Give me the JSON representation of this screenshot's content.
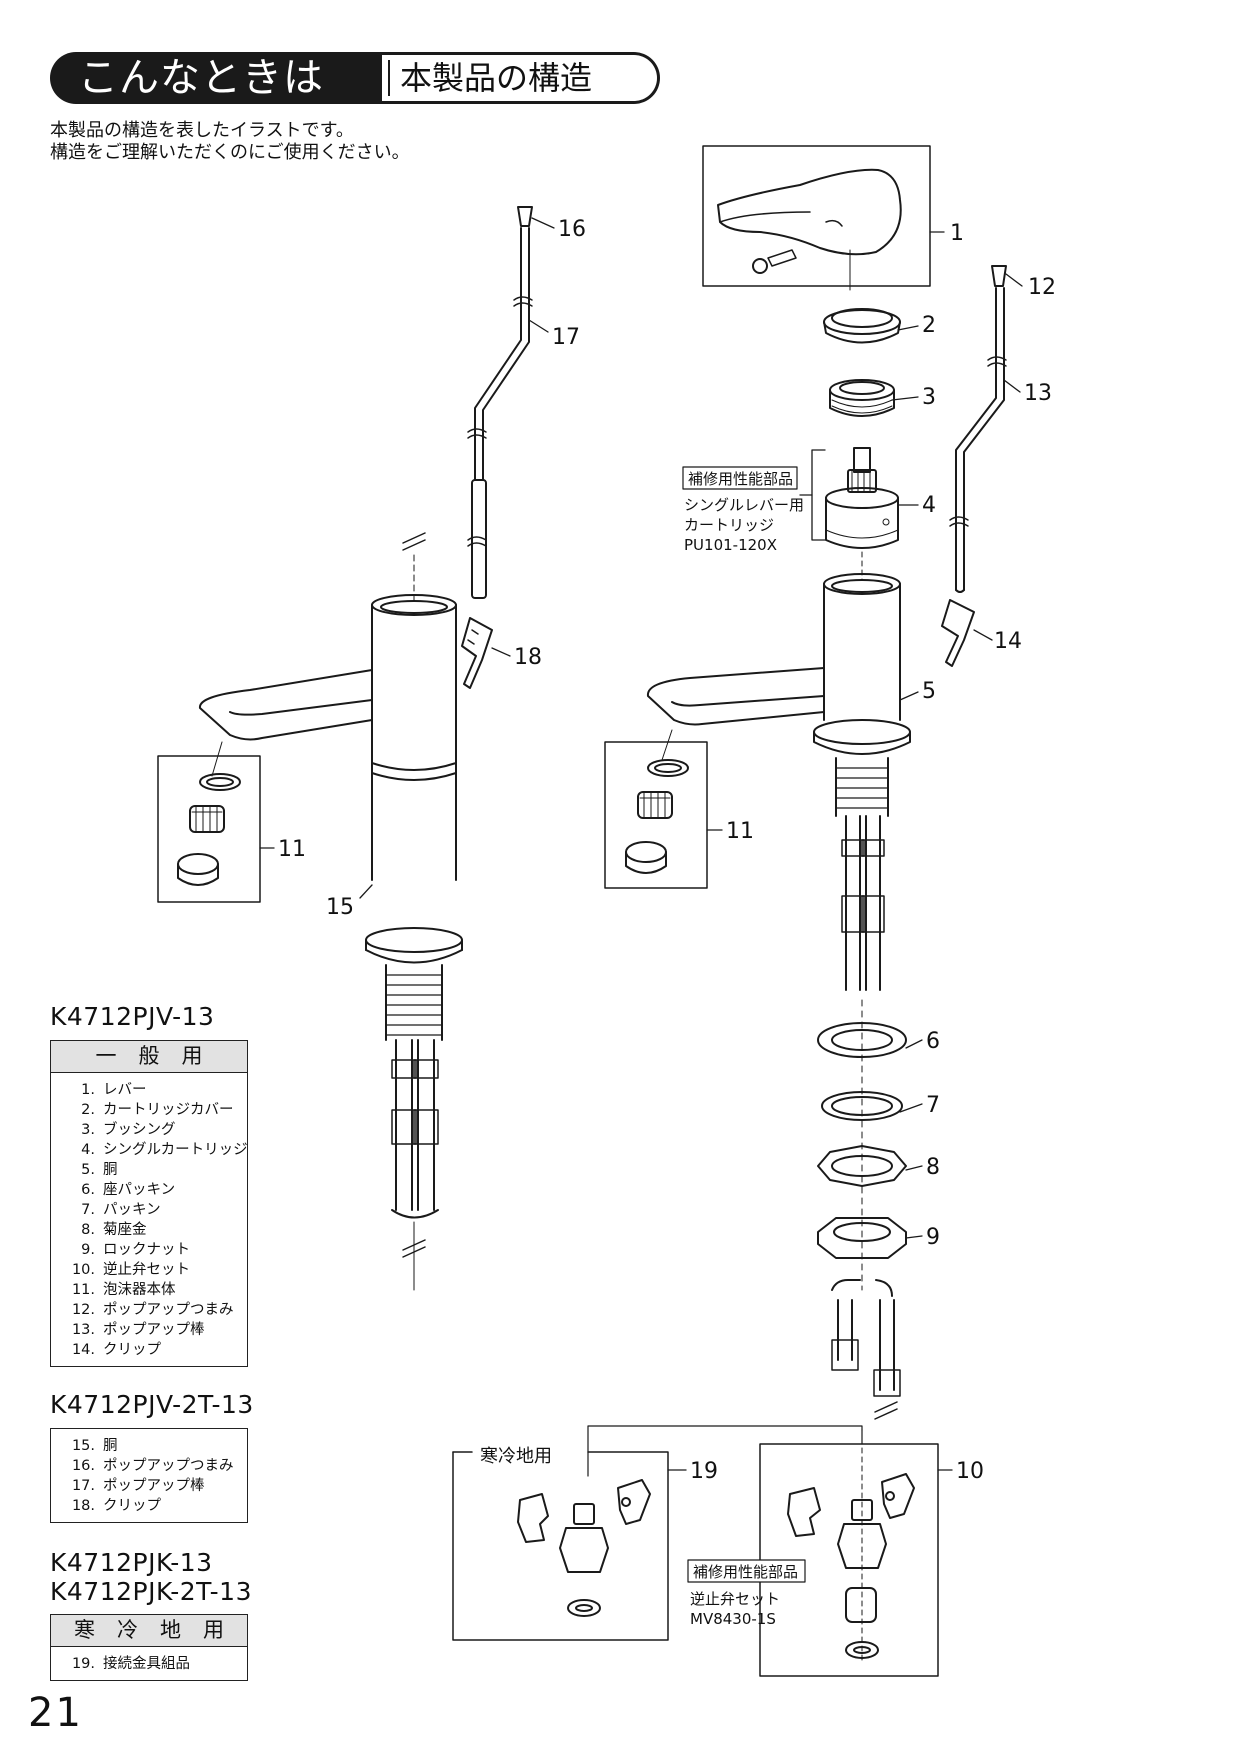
{
  "header": {
    "title_black": "こんなときは",
    "title_white": "本製品の構造"
  },
  "intro": {
    "line1": "本製品の構造を表したイラストです。",
    "line2": "構造をご理解いただくのにご使用ください。"
  },
  "callouts": [
    "1",
    "2",
    "3",
    "4",
    "5",
    "6",
    "7",
    "8",
    "9",
    "10",
    "11",
    "11",
    "12",
    "13",
    "14",
    "15",
    "16",
    "17",
    "18",
    "19"
  ],
  "cartridge_box": {
    "badge": "補修用性能部品",
    "line1": "シングルレバー用",
    "line2": "カートリッジ",
    "code": "PU101-120X"
  },
  "valve_box": {
    "badge": "補修用性能部品",
    "line1": "逆止弁セット",
    "code": "MV8430-1S"
  },
  "cold_label": "寒冷地用",
  "models": {
    "m1": "K4712PJV-13",
    "m2": "K4712PJV-2T-13",
    "m3a": "K4712PJK-13",
    "m3b": "K4712PJK-2T-13"
  },
  "table_general": {
    "header": "一般用",
    "items": [
      {
        "n": "1.",
        "t": "レバー"
      },
      {
        "n": "2.",
        "t": "カートリッジカバー"
      },
      {
        "n": "3.",
        "t": "ブッシング"
      },
      {
        "n": "4.",
        "t": "シングルカートリッジ"
      },
      {
        "n": "5.",
        "t": "胴"
      },
      {
        "n": "6.",
        "t": "座パッキン"
      },
      {
        "n": "7.",
        "t": "パッキン"
      },
      {
        "n": "8.",
        "t": "菊座金"
      },
      {
        "n": "9.",
        "t": "ロックナット"
      },
      {
        "n": "10.",
        "t": "逆止弁セット"
      },
      {
        "n": "11.",
        "t": "泡沫器本体"
      },
      {
        "n": "12.",
        "t": "ポップアップつまみ"
      },
      {
        "n": "13.",
        "t": "ポップアップ棒"
      },
      {
        "n": "14.",
        "t": "クリップ"
      }
    ]
  },
  "table_2t": {
    "items": [
      {
        "n": "15.",
        "t": "胴"
      },
      {
        "n": "16.",
        "t": "ポップアップつまみ"
      },
      {
        "n": "17.",
        "t": "ポップアップ棒"
      },
      {
        "n": "18.",
        "t": "クリップ"
      }
    ]
  },
  "table_cold": {
    "header": "寒冷地用",
    "items": [
      {
        "n": "19.",
        "t": "接続金具組品"
      }
    ]
  },
  "page_number": "21"
}
